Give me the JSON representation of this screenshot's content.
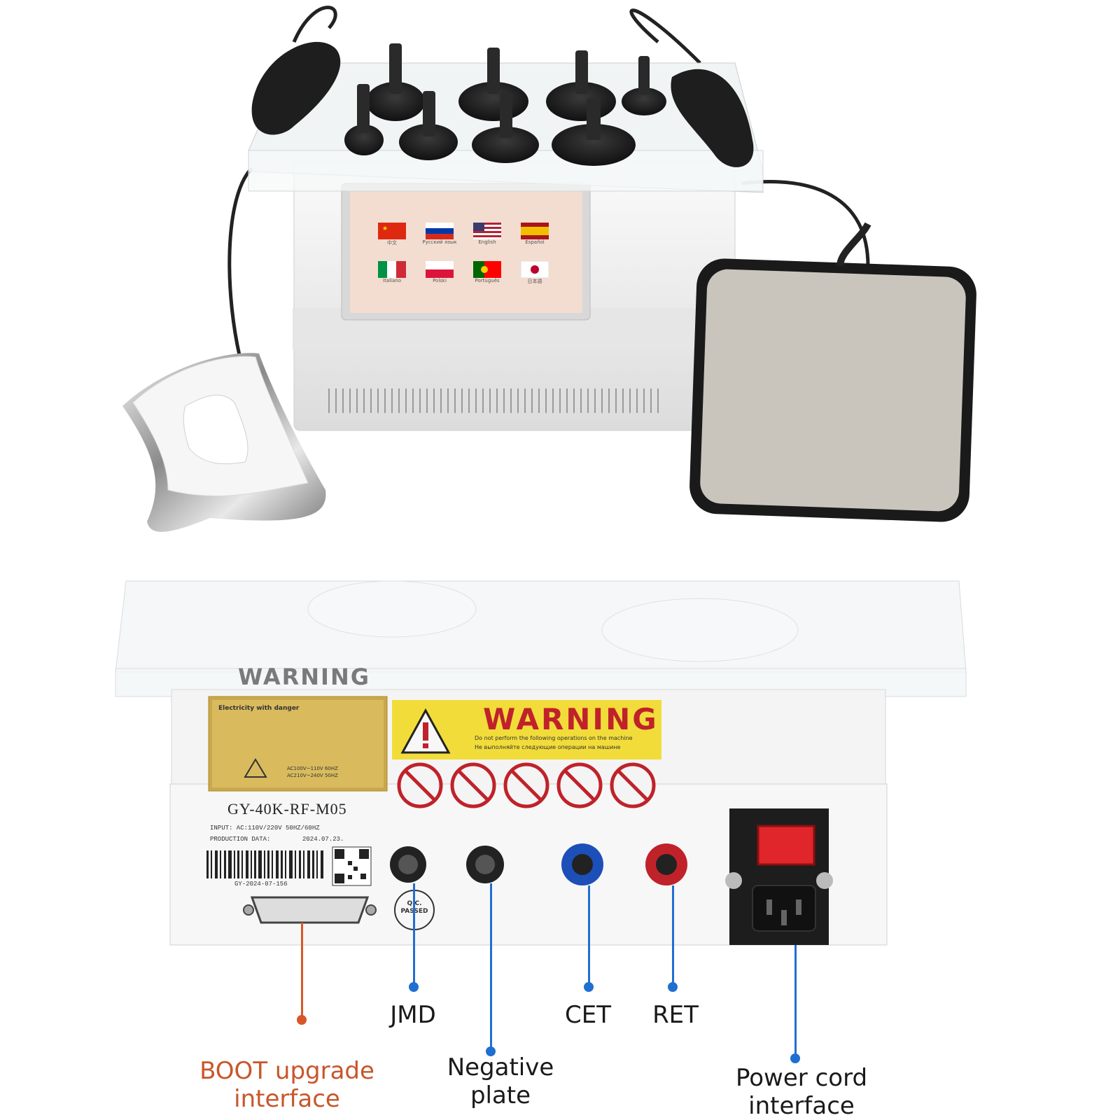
{
  "screen": {
    "languages": [
      {
        "label": "中文",
        "flag": "china-flag"
      },
      {
        "label": "Русский язык",
        "flag": "russia-flag"
      },
      {
        "label": "English",
        "flag": "usa-flag"
      },
      {
        "label": "Español",
        "flag": "spain-flag"
      },
      {
        "label": "Italiano",
        "flag": "italy-flag"
      },
      {
        "label": "Polski",
        "flag": "poland-flag"
      },
      {
        "label": "Português",
        "flag": "portugal-flag"
      },
      {
        "label": "日本語",
        "flag": "japan-flag"
      }
    ]
  },
  "back_panel": {
    "warning_title": "WARNING",
    "warning_top_banner": "WARNING",
    "warning_line_en": "Do not perform the following operations on the machine",
    "warning_line_ru": "Не выполняйте следующие операции на машине",
    "sticker_title": "Electricity with danger",
    "sticker_voltage_1": "AC100V~110V  60HZ",
    "sticker_voltage_2": "AC210V~240V  50HZ",
    "model": "GY-40K-RF-M05",
    "input": "INPUT: AC:110V/220V  50HZ/60HZ",
    "production_date_label": "PRODUCTION DATA:",
    "production_date": "2024.07.23.",
    "serial": "GY-2024-07-156",
    "qc_stamp_1": "Q.C.",
    "qc_stamp_2": "PASSED"
  },
  "callouts": {
    "boot_line1": "BOOT upgrade",
    "boot_line2": "interface",
    "jmd": "JMD",
    "negative_line1": "Negative",
    "negative_line2": "plate",
    "cet": "CET",
    "ret": "RET",
    "power_line1": "Power cord",
    "power_line2": "interface"
  },
  "colors": {
    "callout_blue": "#1f6fd0",
    "callout_orange": "#d9562a",
    "warning_yellow": "#f2dc3a",
    "cet_blue": "#1d4fb8",
    "ret_red": "#c0222a",
    "switch_red": "#e0262a",
    "screen_bg": "#f3ddd0"
  }
}
